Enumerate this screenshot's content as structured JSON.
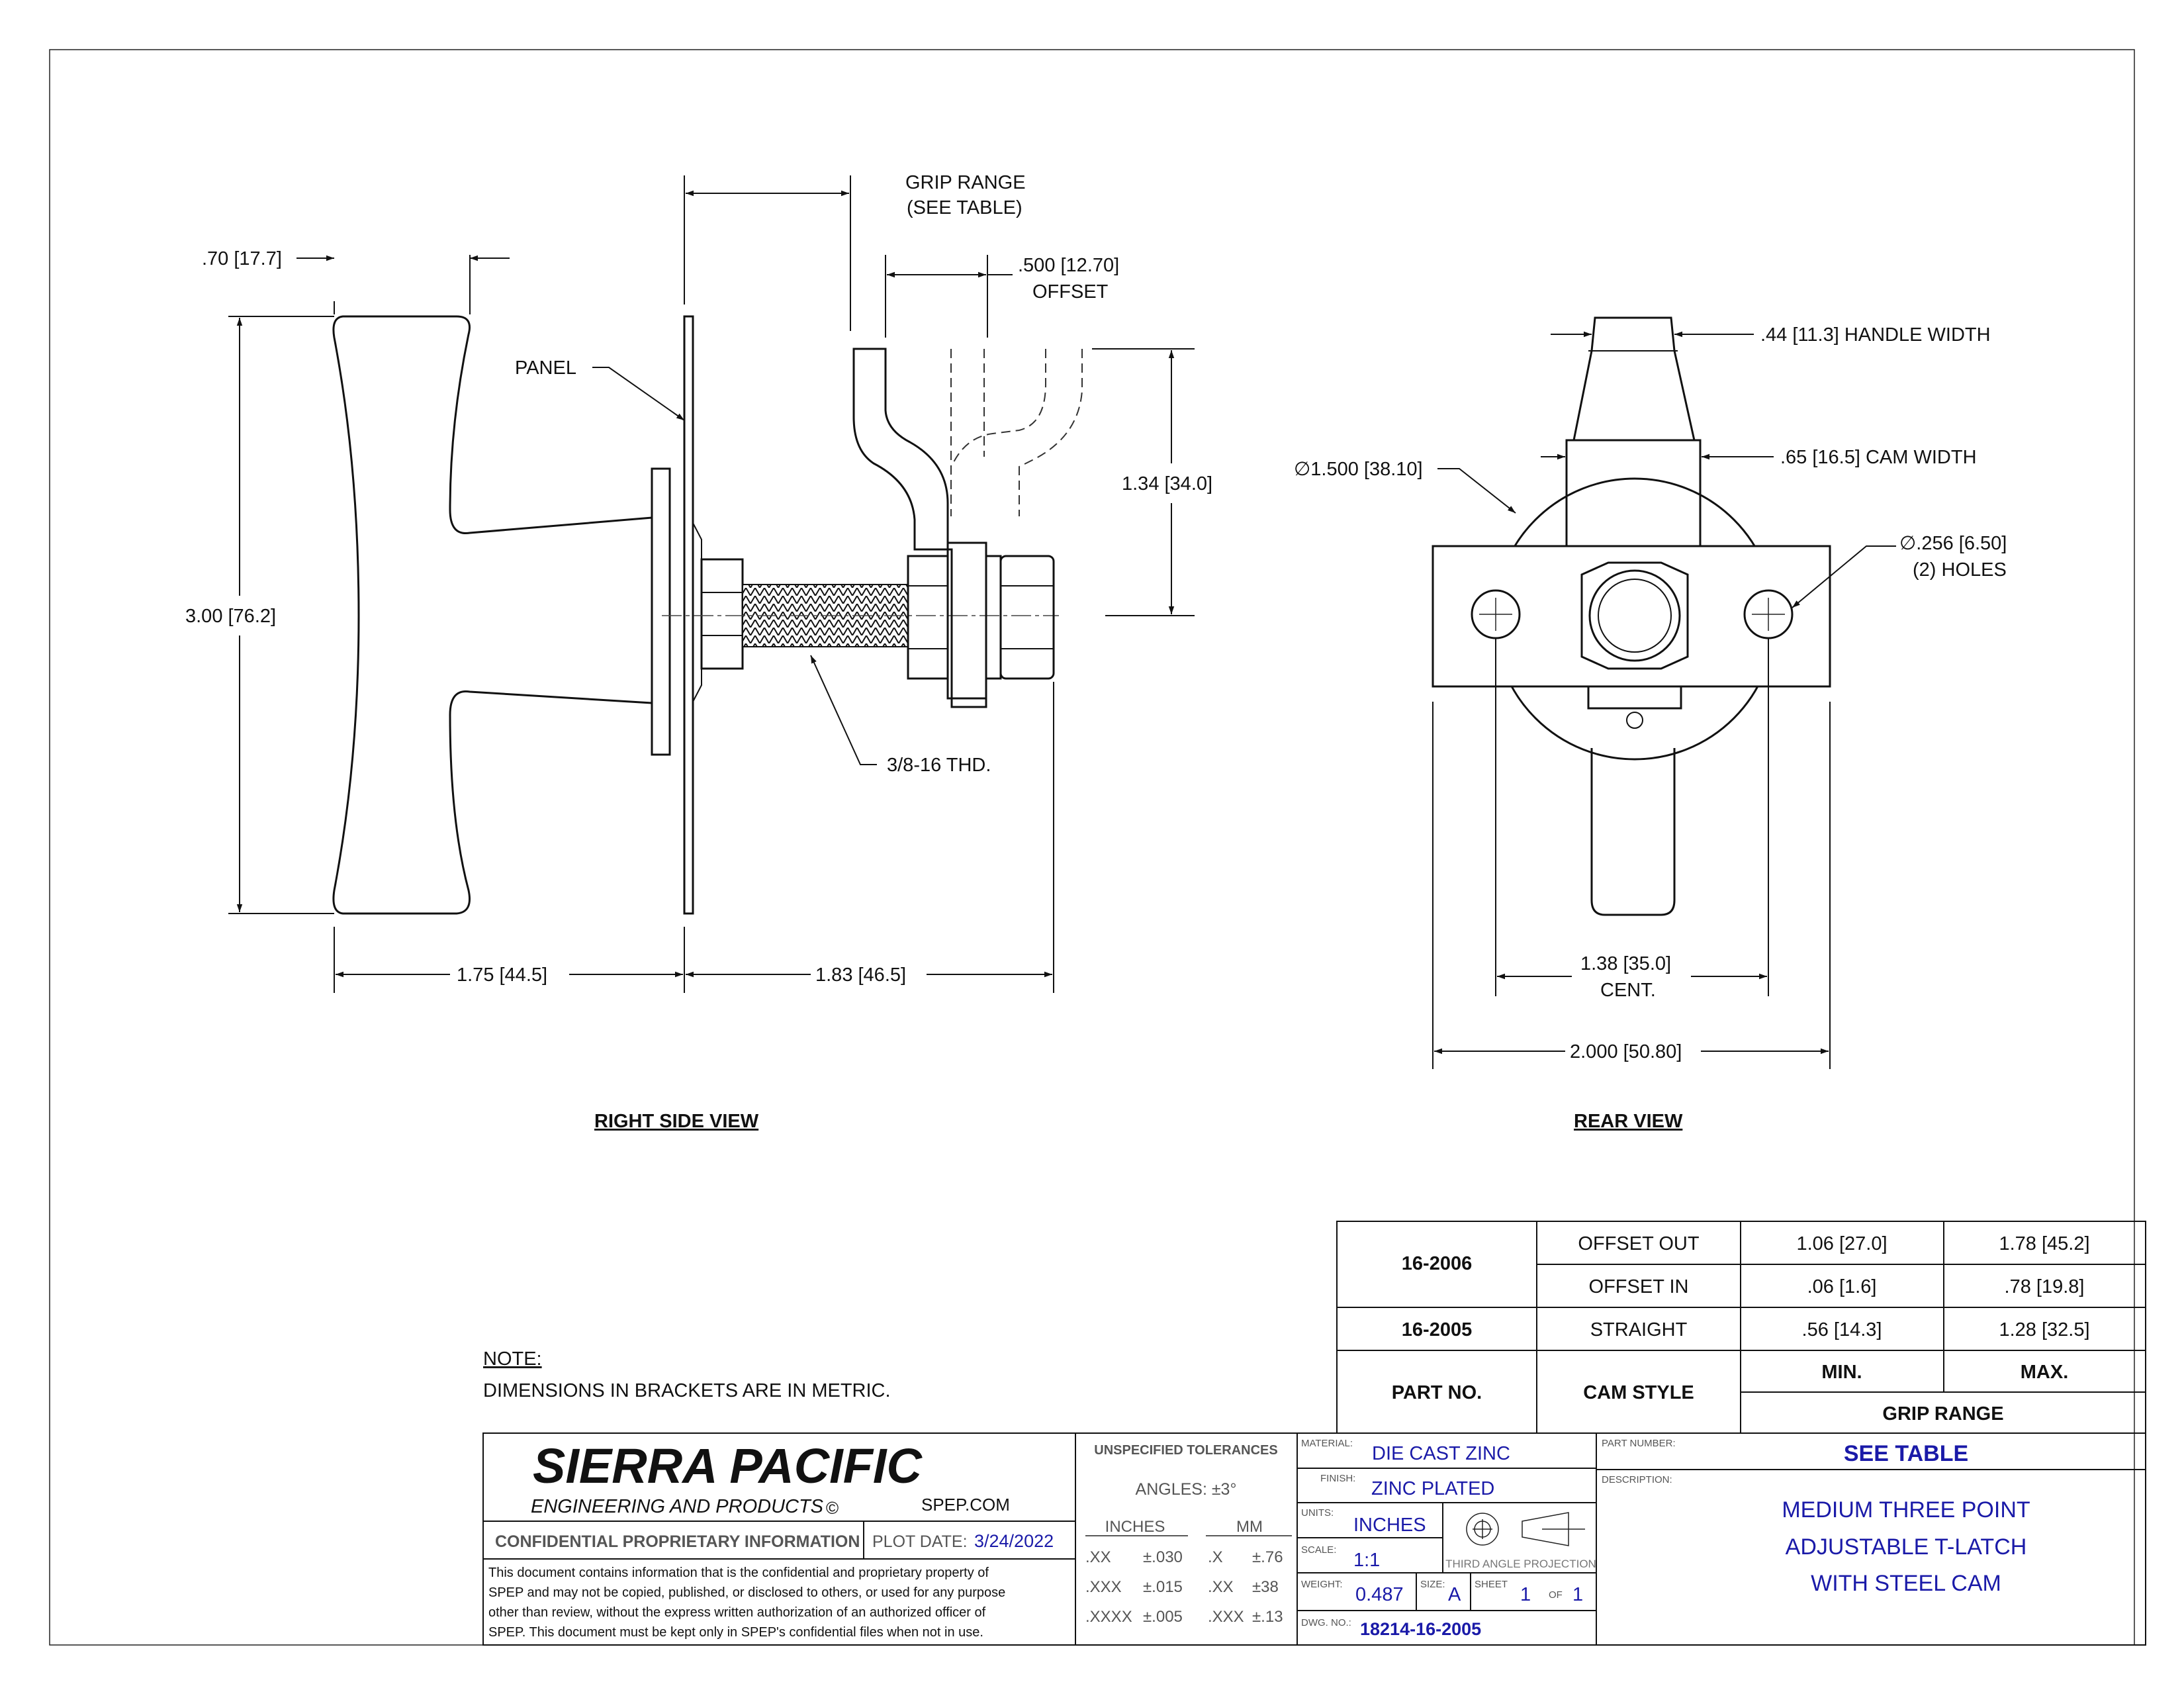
{
  "views": {
    "right_side": {
      "title": "RIGHT SIDE VIEW",
      "dims": {
        "handle_thickness": ".70 [17.7]",
        "overall_height": "3.00 [76.2]",
        "handle_depth": "1.75 [44.5]",
        "body_length": "1.83 [46.5]",
        "offset_1": ".500 [12.70]",
        "offset_2": "OFFSET",
        "grip_range_1": "GRIP RANGE",
        "grip_range_2": "(SEE TABLE)",
        "cam_height": "1.34 [34.0]"
      },
      "labels": {
        "panel": "PANEL",
        "thread": "3/8-16 THD."
      }
    },
    "rear": {
      "title": "REAR VIEW",
      "dims": {
        "handle_width": ".44 [11.3]  HANDLE WIDTH",
        "cam_width": ".65 [16.5]  CAM WIDTH",
        "diameter": "∅1.500 [38.10]",
        "holes_1": "∅.256 [6.50]",
        "holes_2": "(2) HOLES",
        "cent_1": "1.38 [35.0]",
        "cent_2": "CENT.",
        "overall_width": "2.000 [50.80]"
      }
    }
  },
  "note": {
    "heading": "NOTE:",
    "text": "DIMENSIONS IN BRACKETS ARE IN METRIC."
  },
  "grip_table": {
    "rows": [
      {
        "part": "16-2006",
        "style": "OFFSET OUT",
        "min": "1.06 [27.0]",
        "max": "1.78 [45.2]"
      },
      {
        "part": "",
        "style": "OFFSET IN",
        "min": ".06 [1.6]",
        "max": ".78 [19.8]"
      },
      {
        "part": "16-2005",
        "style": "STRAIGHT",
        "min": ".56 [14.3]",
        "max": "1.28 [32.5]"
      }
    ],
    "header": {
      "part_no": "PART NO.",
      "cam_style": "CAM STYLE",
      "min": "MIN.",
      "max": "MAX.",
      "grip_range": "GRIP RANGE"
    }
  },
  "title_block": {
    "company": "SIERRA PACIFIC",
    "tagline": "ENGINEERING AND PRODUCTS",
    "copyright_symbol": "©",
    "website": "SPEP.COM",
    "confidential_label": "CONFIDENTIAL PROPRIETARY INFORMATION",
    "plot_date_label": "PLOT DATE:",
    "plot_date": "3/24/2022",
    "disclaimer_lines": [
      "This document contains information that is the confidential and proprietary property of",
      "SPEP and may not be copied, published, or disclosed to others, or used for any purpose",
      "other than review, without the express written authorization of an authorized officer of",
      "SPEP. This document must be kept only in SPEP's confidential files when not in use."
    ],
    "tolerances": {
      "heading": "UNSPECIFIED TOLERANCES",
      "angles": "ANGLES: ±3°",
      "inches_label": "INCHES",
      "mm_label": "MM",
      "rows": [
        {
          "in": ".XX",
          "in_tol": "±.030",
          "mm": ".X",
          "mm_tol": "±.76"
        },
        {
          "in": ".XXX",
          "in_tol": "±.015",
          "mm": ".XX",
          "mm_tol": "±38"
        },
        {
          "in": ".XXXX",
          "in_tol": "±.005",
          "mm": ".XXX",
          "mm_tol": "±.13"
        }
      ]
    },
    "material_label": "MATERIAL:",
    "material": "DIE CAST ZINC",
    "finish_label": "FINISH:",
    "finish": "ZINC PLATED",
    "units_label": "UNITS:",
    "units": "INCHES",
    "scale_label": "SCALE:",
    "scale": "1:1",
    "projection": "THIRD ANGLE PROJECTION",
    "weight_label": "WEIGHT:",
    "weight": "0.487",
    "size_label": "SIZE:",
    "size": "A",
    "sheet_label": "SHEET",
    "sheet": "1",
    "of_label": "OF",
    "sheet_of": "1",
    "dwg_label": "DWG. NO.:",
    "dwg_no": "18214-16-2005",
    "part_number_label": "PART NUMBER:",
    "part_number": "SEE TABLE",
    "description_label": "DESCRIPTION:",
    "description_lines": [
      "MEDIUM THREE POINT",
      "ADJUSTABLE T-LATCH",
      "WITH STEEL CAM"
    ]
  }
}
